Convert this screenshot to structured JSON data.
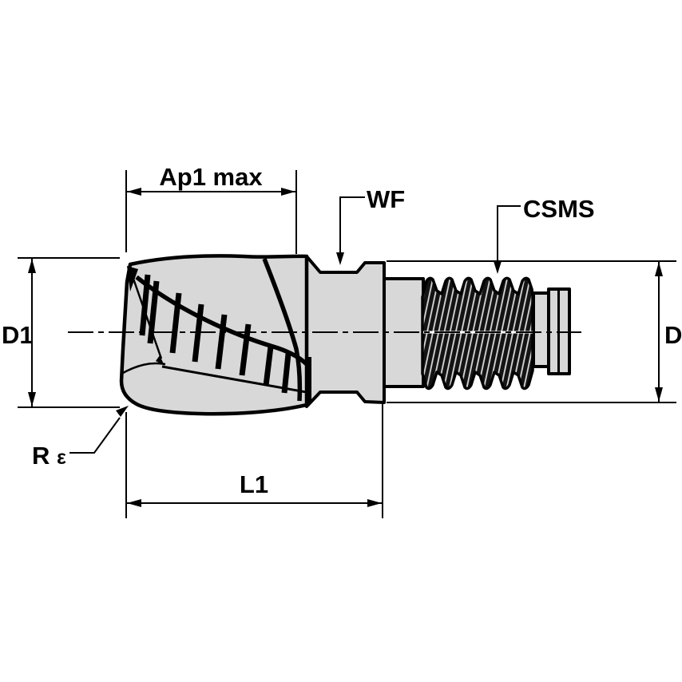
{
  "page": {
    "background": "#ffffff"
  },
  "diagram": {
    "kind": "technical-drawing",
    "subject": "modular-end-mill-side-view",
    "colors": {
      "outline": "#000000",
      "body_fill": "#d8d8d8",
      "thread_fill": "#141414",
      "thread_hatch": "#d9d9d9",
      "background": "#ffffff"
    },
    "labels": {
      "ap1_max": "Ap1 max",
      "wf": "WF",
      "csms": "CSMS",
      "d1": "D1",
      "d": "D",
      "corner_radius_r": "R",
      "corner_radius_epsilon": "ε",
      "l1": "L1"
    }
  }
}
